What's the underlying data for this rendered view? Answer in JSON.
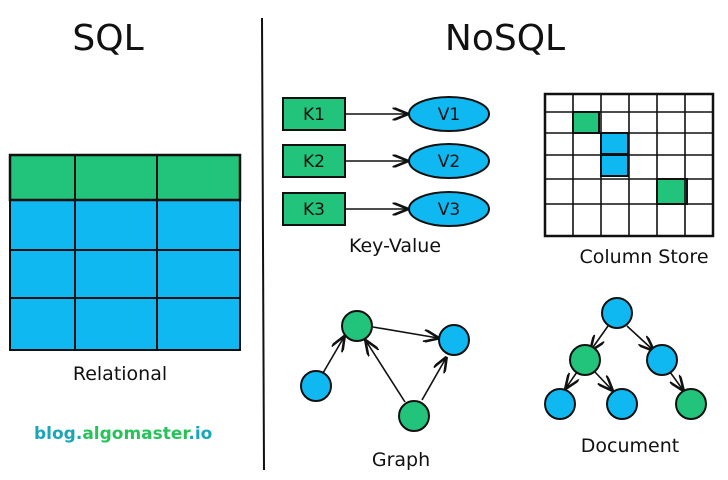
{
  "sql": {
    "title": "SQL",
    "caption": "Relational"
  },
  "nosql": {
    "title": "NoSQL",
    "key_value": {
      "caption": "Key-Value",
      "pairs": [
        {
          "key": "K1",
          "value": "V1"
        },
        {
          "key": "K2",
          "value": "V2"
        },
        {
          "key": "K3",
          "value": "V3"
        }
      ]
    },
    "column_store": {
      "caption": "Column Store"
    },
    "graph": {
      "caption": "Graph"
    },
    "document": {
      "caption": "Document"
    }
  },
  "brand": {
    "part1": "blog.",
    "part2": "algomaster",
    "part3": ".io"
  },
  "colors": {
    "green": "#22c37a",
    "blue": "#0fb8f0",
    "stroke": "#111111",
    "brand_teal": "#1aa6b7",
    "brand_green": "#27c25a"
  }
}
